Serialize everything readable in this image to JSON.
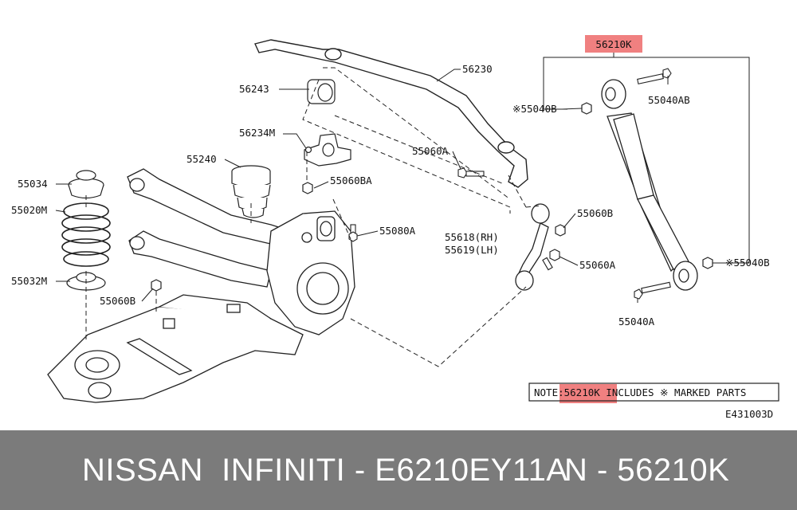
{
  "diagram": {
    "part_labels": {
      "main_part": "56210K",
      "stabilizer": "56230",
      "bushing": "56243",
      "clamp": "56234M",
      "bolt_a": "55060A",
      "nut_ba": "55060BA",
      "bumper": "55240",
      "seat_upper": "55034",
      "spring": "55020M",
      "seat_lower": "55032M",
      "nut_b_left": "55060B",
      "nut_080a": "55080A",
      "link_rh": "55618(RH)",
      "link_lh": "55619(LH)",
      "nut_b_right": "55060B",
      "bolt_a_right": "55060A",
      "nut_040b_top": "※55040B",
      "bolt_040ab": "55040AB",
      "nut_040b_low": "※55040B",
      "bolt_040a": "55040A"
    },
    "note": "NOTE:56210K INCLUDES ※ MARKED PARTS",
    "figure_code": "E431003D",
    "highlight_color": "#f08080"
  },
  "footer": {
    "left_text": "NISSAN  INFINITI - E6210EY11A",
    "right_text": "N - 56210K",
    "background": "#7b7b7b"
  }
}
